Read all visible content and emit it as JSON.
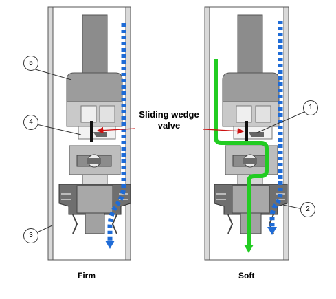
{
  "label": {
    "sliding_wedge_line1": "Sliding wedge",
    "sliding_wedge_line2": "valve"
  },
  "panels": {
    "left_caption": "Firm",
    "right_caption": "Soft"
  },
  "callouts": {
    "c5": "5",
    "c4": "4",
    "c3": "3",
    "c1": "1",
    "c2": "2"
  },
  "colors": {
    "firm_flow_arrow": "#1e6bd6",
    "soft_flow_arrow_blue": "#1e6bd6",
    "soft_flow_arrow_green": "#22cc22",
    "pointer_arrow": "#cc1111"
  }
}
